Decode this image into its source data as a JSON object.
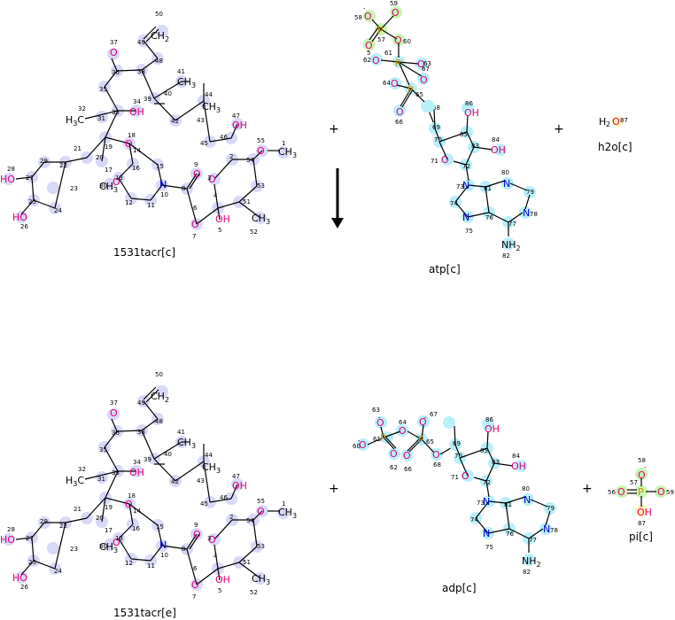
{
  "reaction": {
    "reactants": [
      {
        "id": "lig_r",
        "label": "1531tacr[c]"
      },
      {
        "id": "atp",
        "label": "atp[c]"
      },
      {
        "id": "h2o",
        "label": "h2o[c]"
      }
    ],
    "products": [
      {
        "id": "lig_p",
        "label": "1531tacr[e]"
      },
      {
        "id": "adp",
        "label": "adp[c]"
      },
      {
        "id": "pi",
        "label": "pi[c]"
      }
    ],
    "plus_sign": "+",
    "arrow": "down"
  },
  "colors": {
    "highlight_ligand": "#d8d8f8",
    "highlight_nucleotide": "#b8f0fa",
    "highlight_phosphate": "#c8f5b0",
    "highlight_water": "#fff2b0",
    "oxygen": "#e0007a",
    "nitrogen": "#0000d0",
    "phosphorus": "#d09000",
    "carbon": "#000000"
  },
  "h2o": {
    "formula_h": "H",
    "formula_sub": "2",
    "formula_o": "O",
    "atom_num": "87"
  },
  "pi": {
    "p": "P",
    "o_top": "O",
    "o_left": "O",
    "o_right": "O",
    "oh": "OH",
    "n_top": "58",
    "n_left": "56",
    "n_right": "59",
    "n_p": "57",
    "n_oh": "87",
    "charge": "-"
  }
}
